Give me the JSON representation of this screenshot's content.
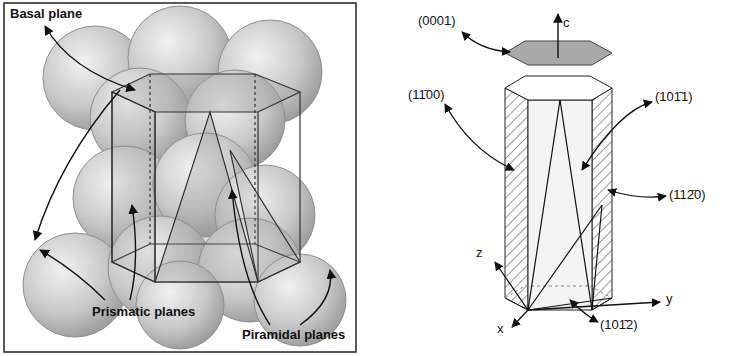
{
  "diagram": {
    "labels": [
      "Basal plane",
      "Prismatic planes",
      "Piramidal planes",
      "(0001)",
      "c",
      "(11̄00)",
      "(101̄1)",
      "z",
      "(112̄0)",
      "y",
      "x",
      "(101̄2)"
    ]
  }
}
